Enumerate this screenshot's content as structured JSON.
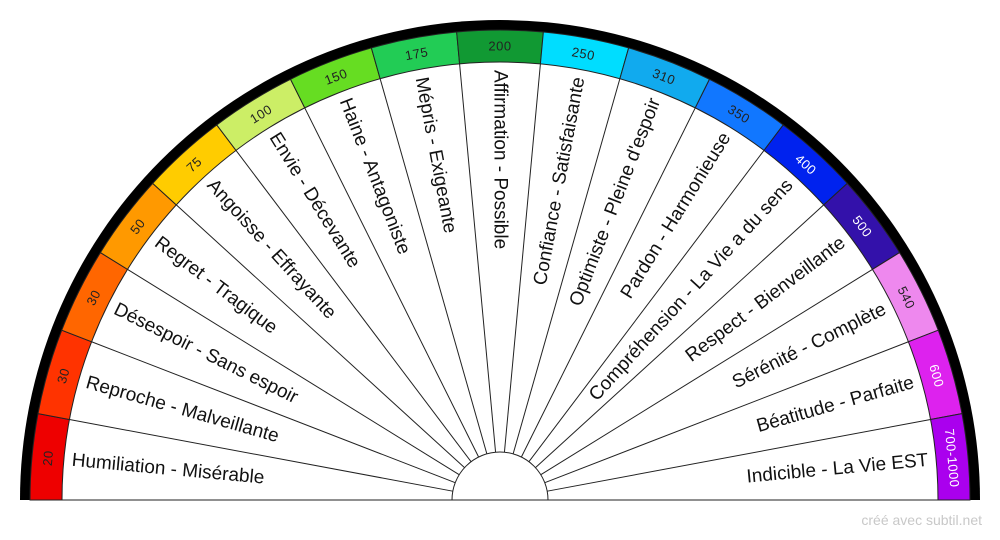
{
  "segments": [
    {
      "level": "20",
      "label": "Humiliation - Misérable",
      "color": "#ee0000",
      "level_text_color": "#222222"
    },
    {
      "level": "30",
      "label": "Reproche - Malveillante",
      "color": "#ff3300",
      "level_text_color": "#222222"
    },
    {
      "level": "30",
      "label": "Désespoir - Sans espoir",
      "color": "#ff6600",
      "level_text_color": "#222222"
    },
    {
      "level": "50",
      "label": "Regret - Tragique",
      "color": "#ff9900",
      "level_text_color": "#222222"
    },
    {
      "level": "75",
      "label": "Angoisse - Effrayante",
      "color": "#ffcc00",
      "level_text_color": "#222222"
    },
    {
      "level": "100",
      "label": "Envie - Décevante",
      "color": "#ccee66",
      "level_text_color": "#222222"
    },
    {
      "level": "150",
      "label": "Haine - Antagoniste",
      "color": "#66dd22",
      "level_text_color": "#222222"
    },
    {
      "level": "175",
      "label": "Mépris - Exigeante",
      "color": "#22cc55",
      "level_text_color": "#222222"
    },
    {
      "level": "200",
      "label": "Affirmation - Possible",
      "color": "#119933",
      "level_text_color": "#222222"
    },
    {
      "level": "250",
      "label": "Confiance - Satisfaisante",
      "color": "#00ddff",
      "level_text_color": "#222222"
    },
    {
      "level": "310",
      "label": "Optimiste - Pleine d'espoir",
      "color": "#11aaee",
      "level_text_color": "#222222"
    },
    {
      "level": "350",
      "label": "Pardon - Harmonieuse",
      "color": "#1177ff",
      "level_text_color": "#222222"
    },
    {
      "level": "400",
      "label": "Compréhension - La Vie a du sens",
      "color": "#0022ee",
      "level_text_color": "#ffffff"
    },
    {
      "level": "500",
      "label": "Respect - Bienveillante",
      "color": "#3311aa",
      "level_text_color": "#ffffff"
    },
    {
      "level": "540",
      "label": "Sérénité - Complète",
      "color": "#ee88ee",
      "level_text_color": "#222222"
    },
    {
      "level": "600",
      "label": "Béatitude - Parfaite",
      "color": "#dd22ee",
      "level_text_color": "#ffffff"
    },
    {
      "level": "700-1000",
      "label": "Indicible - La Vie EST",
      "color": "#aa00ee",
      "level_text_color": "#ffffff"
    }
  ],
  "credit": "créé avec subtil.net"
}
